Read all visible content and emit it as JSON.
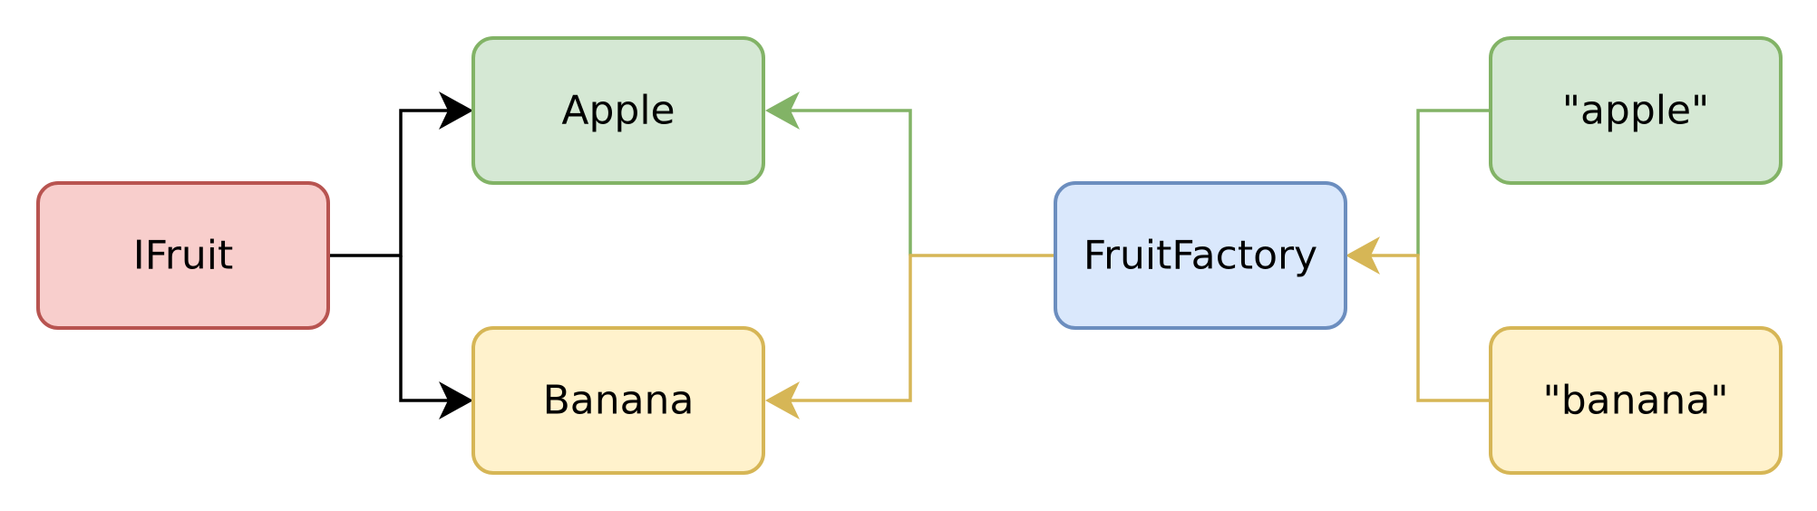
{
  "nodes": {
    "ifruit": {
      "label": "IFruit",
      "fill": "#f8cecc",
      "stroke": "#b85450"
    },
    "apple": {
      "label": "Apple",
      "fill": "#d5e8d4",
      "stroke": "#82b366"
    },
    "banana": {
      "label": "Banana",
      "fill": "#fff2cc",
      "stroke": "#d6b656"
    },
    "fruit_factory": {
      "label": "FruitFactory",
      "fill": "#dae8fc",
      "stroke": "#6c8ebf"
    },
    "apple_string": {
      "label": "\"apple\"",
      "fill": "#d5e8d4",
      "stroke": "#82b366"
    },
    "banana_string": {
      "label": "\"banana\"",
      "fill": "#fff2cc",
      "stroke": "#d6b656"
    }
  },
  "edge_colors": {
    "black": "#000000",
    "green": "#82b366",
    "yellow": "#d6b656"
  }
}
